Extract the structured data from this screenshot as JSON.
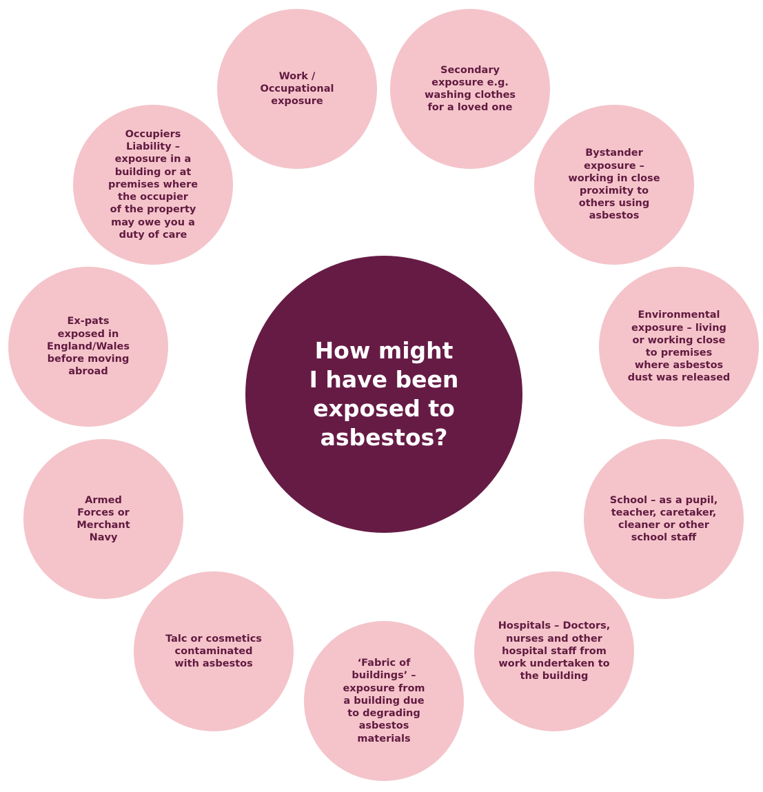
{
  "center": {
    "lines": [
      "How might",
      "I have been",
      "exposed to",
      "asbestos?"
    ]
  },
  "nodes": [
    {
      "id": "work",
      "lines": [
        "Work /",
        "Occupational",
        "exposure"
      ]
    },
    {
      "id": "secondary",
      "lines": [
        "Secondary",
        "exposure e.g.",
        "washing clothes",
        "for a loved one"
      ]
    },
    {
      "id": "bystander",
      "lines": [
        "Bystander",
        "exposure –",
        "working in close",
        "proximity to",
        "others using",
        "asbestos"
      ]
    },
    {
      "id": "environmental",
      "lines": [
        "Environmental",
        "exposure – living",
        "or working close",
        "to premises",
        "where asbestos",
        "dust was released"
      ]
    },
    {
      "id": "school",
      "lines": [
        "School – as a pupil,",
        "teacher, caretaker,",
        "cleaner or other",
        "school staff"
      ]
    },
    {
      "id": "hospitals",
      "lines": [
        "Hospitals – Doctors,",
        "nurses and other",
        "hospital staff from",
        "work undertaken to",
        "the building"
      ]
    },
    {
      "id": "fabric",
      "lines": [
        "‘Fabric of",
        "buildings’ –",
        "exposure from",
        "a building due",
        "to degrading",
        "asbestos",
        "materials"
      ]
    },
    {
      "id": "talc",
      "lines": [
        "Talc or cosmetics",
        "contaminated",
        "with asbestos"
      ]
    },
    {
      "id": "armed-forces",
      "lines": [
        "Armed",
        "Forces or",
        "Merchant",
        "Navy"
      ]
    },
    {
      "id": "ex-pats",
      "lines": [
        "Ex-pats",
        "exposed in",
        "England/Wales",
        "before moving",
        "abroad"
      ]
    },
    {
      "id": "occupiers",
      "lines": [
        "Occupiers",
        "Liability –",
        "exposure in a",
        "building or at",
        "premises where",
        "the occupier",
        "of the property",
        "may owe you a",
        "duty of care"
      ]
    }
  ],
  "colors": {
    "node_fill": "#f4c4ca",
    "hub_fill": "#661b45",
    "node_text": "#611a40",
    "hub_text": "#ffffff"
  }
}
